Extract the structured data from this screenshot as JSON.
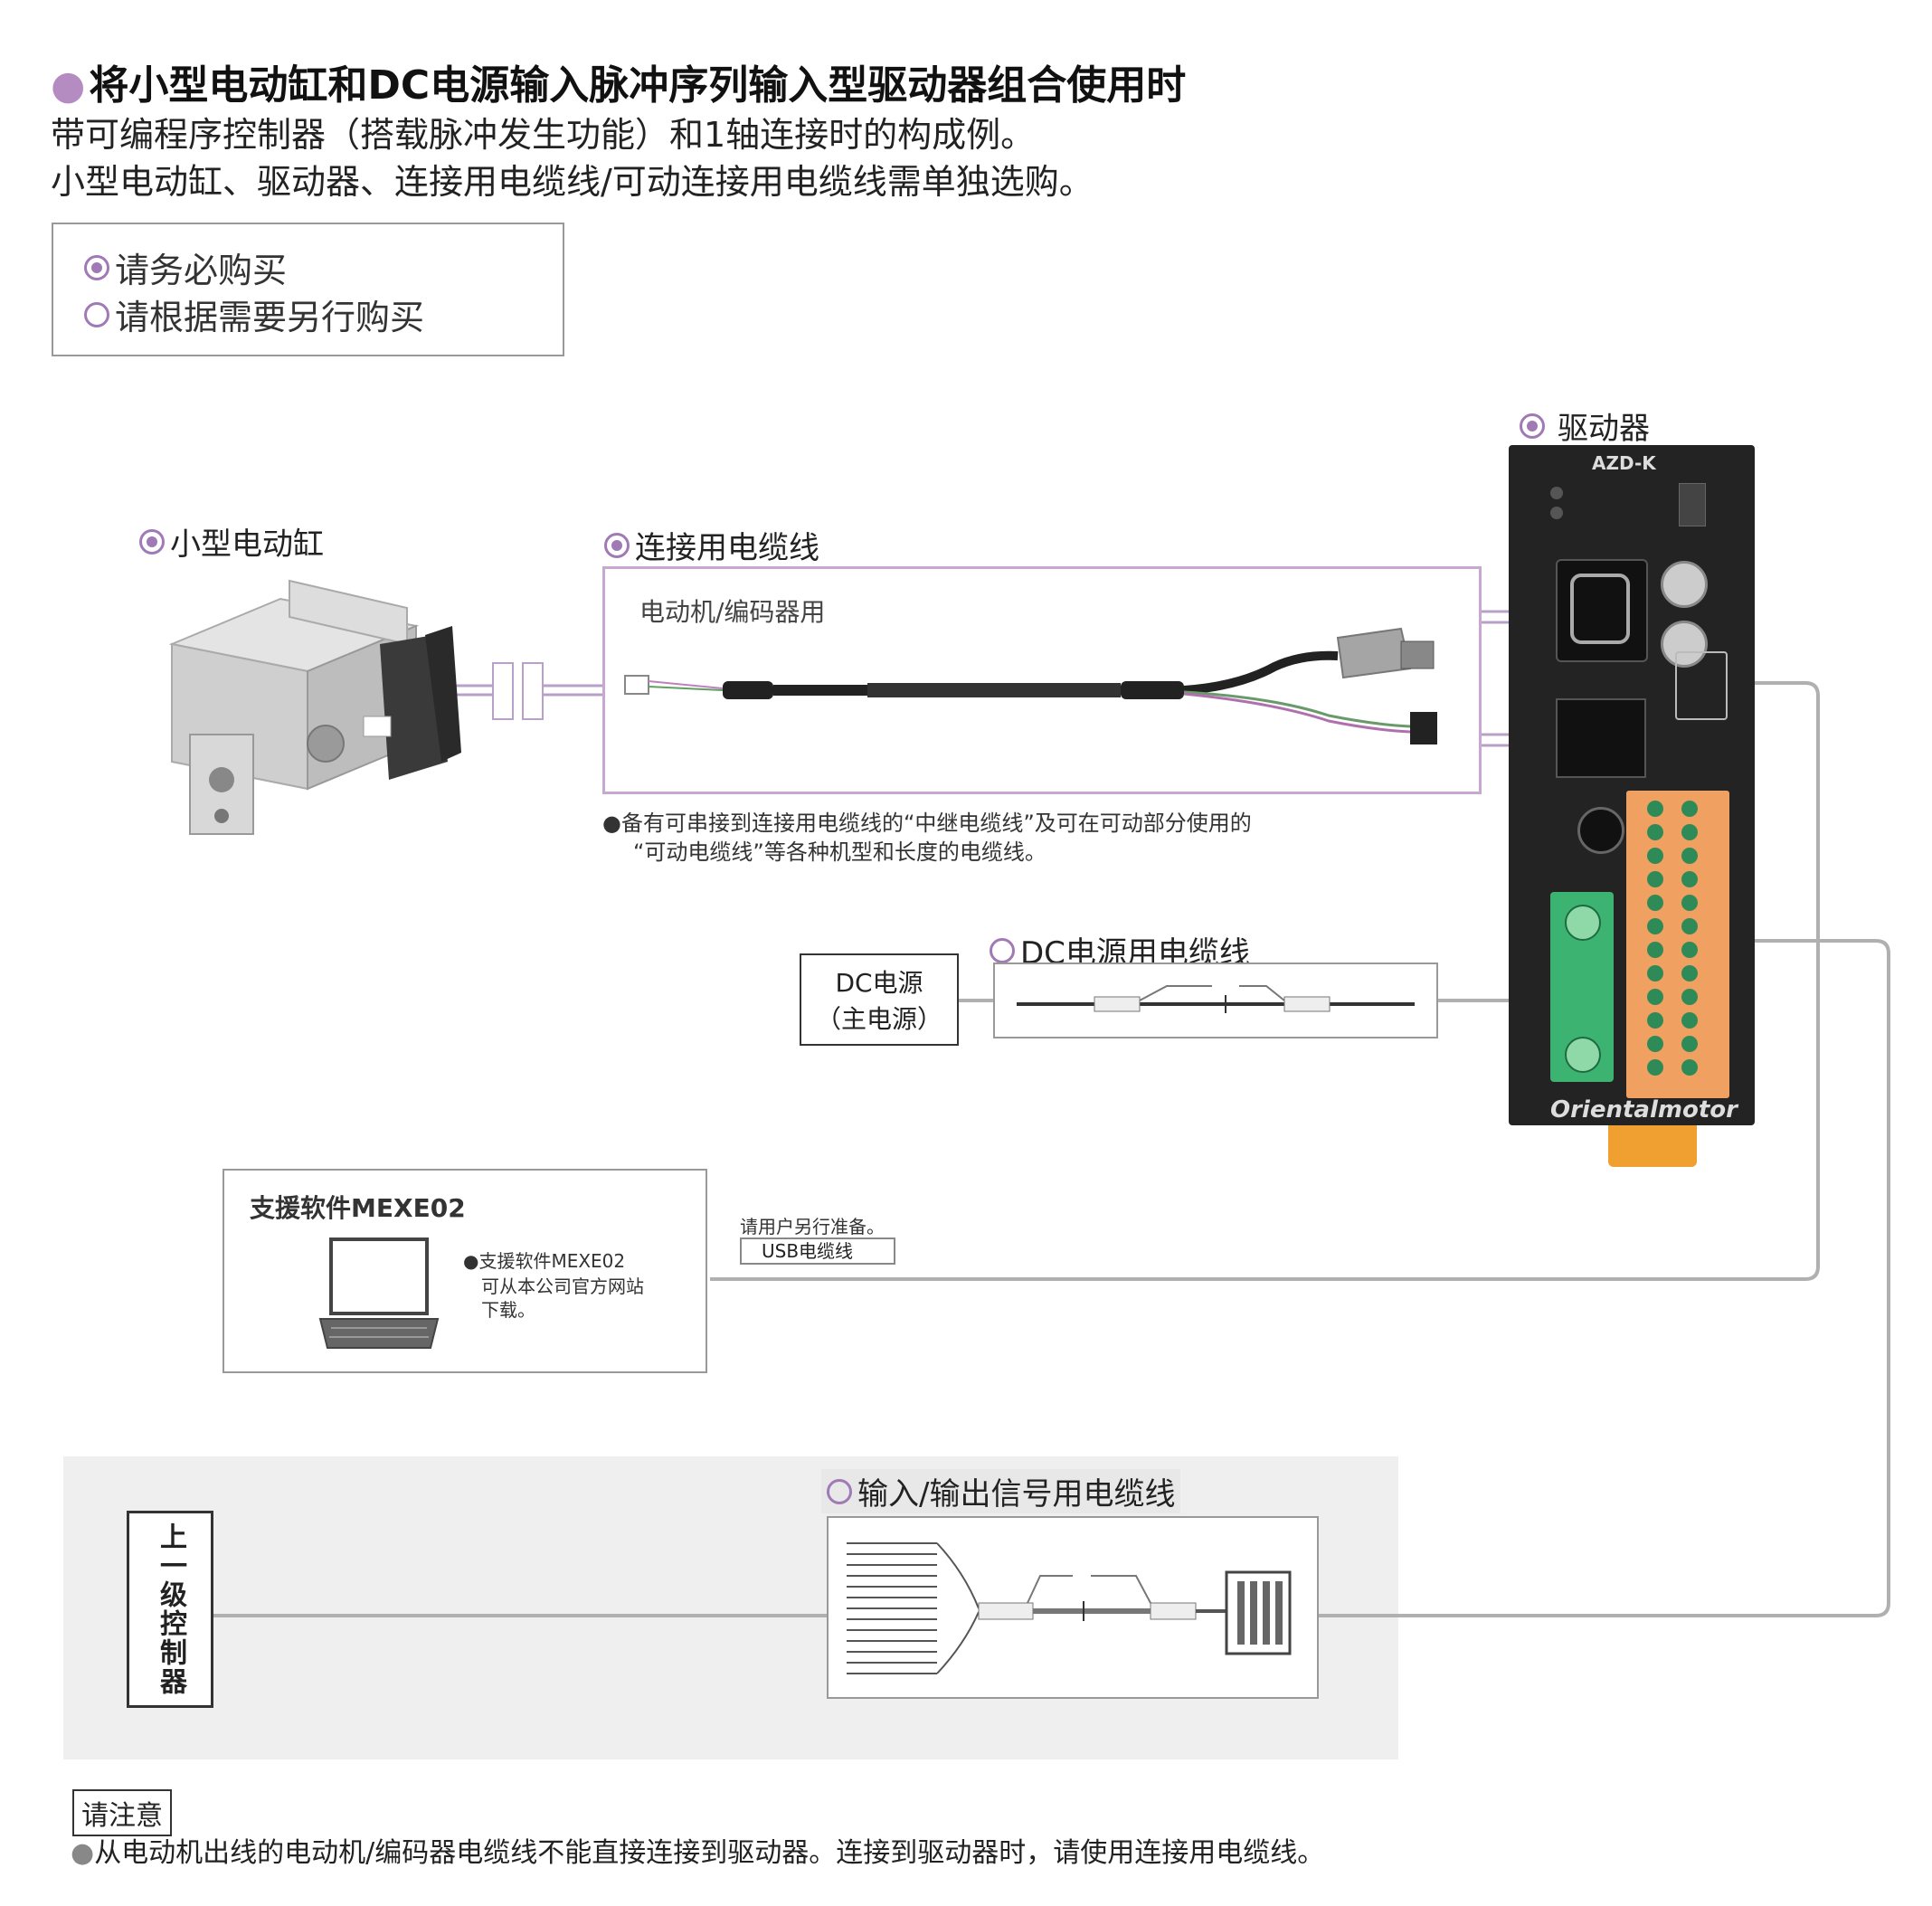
{
  "header": {
    "title": "将小型电动缸和DC电源输入脉冲序列输入型驱动器组合使用时",
    "line1": "带可编程序控制器（搭载脉冲发生功能）和1轴连接时的构成例。",
    "line2": "小型电动缸、驱动器、连接用电缆线/可动连接用电缆线需单独选购。"
  },
  "legend": {
    "required": "请务必购买",
    "optional": "请根据需要另行购买"
  },
  "components": {
    "driver": "驱动器",
    "driver_model": "AZD-K",
    "actuator": "小型电动缸",
    "conn_cable": "连接用电缆线",
    "conn_cable_sub": "电动机/编码器用",
    "conn_note1": "●备有可串接到连接用电缆线的“中继电缆线”及可在可动部分使用的",
    "conn_note2": "“可动电缆线”等各种机型和长度的电缆线。",
    "dc_cable": "DC电源用电缆线",
    "dc_source_1": "DC电源",
    "dc_source_2": "（主电源）",
    "software_title": "支援软件MEXE02",
    "software_note1": "●支援软件MEXE02",
    "software_note2": "可从本公司官方网站",
    "software_note3": "下载。",
    "usb_note": "请用户另行准备。",
    "usb_cable": "USB电缆线",
    "io_cable": "输入/输出信号用电缆线",
    "host": "上一级控制器",
    "brand": "Orientalmotor"
  },
  "footer": {
    "tag": "请注意",
    "note": "从电动机出线的电动机/编码器电缆线不能直接连接到驱动器。连接到驱动器时，请使用连接用电缆线。"
  },
  "colors": {
    "accent": "#a07ab5",
    "wire": "#b0b0b0",
    "terminal": "#f0a060",
    "green_connector": "#3cb371"
  }
}
